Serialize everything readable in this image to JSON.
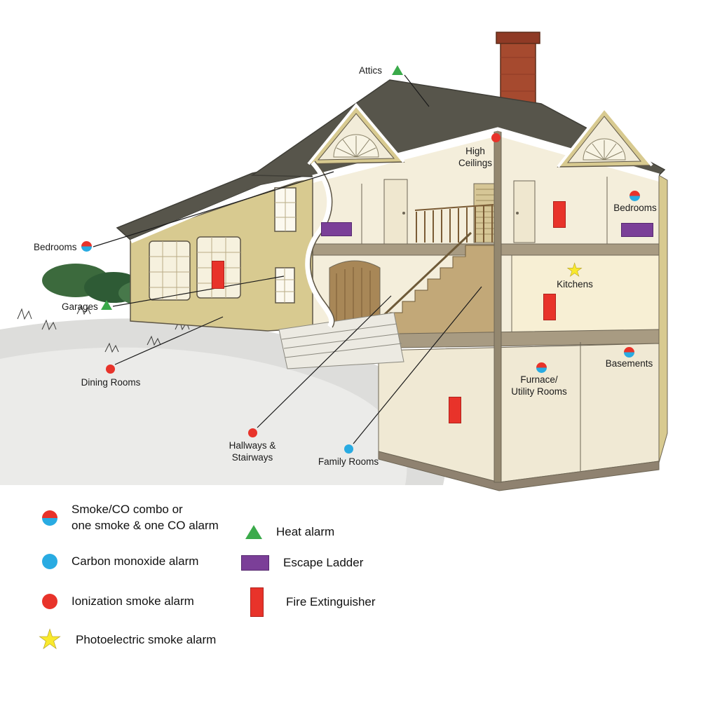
{
  "rooms": [
    {
      "name": "attics",
      "text": "Attics",
      "marker": "heat-alarm"
    },
    {
      "name": "high-ceilings",
      "text": "High\nCeilings",
      "marker": "ionization-smoke-alarm"
    },
    {
      "name": "bedrooms-right",
      "text": "Bedrooms",
      "marker": "smoke-co-combo"
    },
    {
      "name": "bedrooms-left",
      "text": "Bedrooms",
      "marker": "smoke-co-combo"
    },
    {
      "name": "garages",
      "text": "Garages",
      "marker": "heat-alarm"
    },
    {
      "name": "dining-rooms",
      "text": "Dining Rooms",
      "marker": "ionization-smoke-alarm"
    },
    {
      "name": "hallways-stairways",
      "text": "Hallways &\nStairways",
      "marker": "ionization-smoke-alarm"
    },
    {
      "name": "family-rooms",
      "text": "Family Rooms",
      "marker": "carbon-monoxide-alarm"
    },
    {
      "name": "kitchens",
      "text": "Kitchens",
      "marker": "photoelectric-smoke-alarm"
    },
    {
      "name": "basements",
      "text": "Basements",
      "marker": "smoke-co-combo"
    },
    {
      "name": "furnace-utility",
      "text": "Furnace/\nUtility Rooms",
      "marker": "smoke-co-combo"
    }
  ],
  "devices": {
    "escape_ladders": 2,
    "fire_extinguishers": 4
  },
  "legend": {
    "left": [
      {
        "icon": "smoke-co-combo",
        "label": "Smoke/CO combo or\none smoke & one CO alarm"
      },
      {
        "icon": "carbon-monoxide",
        "label": "Carbon monoxide alarm"
      },
      {
        "icon": "ionization-smoke",
        "label": "Ionization smoke alarm"
      },
      {
        "icon": "photoelectric-smoke",
        "label": "Photoelectric smoke alarm"
      }
    ],
    "right": [
      {
        "icon": "heat-alarm",
        "label": "Heat alarm"
      },
      {
        "icon": "escape-ladder",
        "label": "Escape Ladder"
      },
      {
        "icon": "fire-extinguisher",
        "label": "Fire Extinguisher"
      }
    ]
  },
  "colors": {
    "smoke_red": "#e8332a",
    "co_blue": "#29abe2",
    "heat_green": "#3aaa4a",
    "ladder_purple": "#7b3f98",
    "star_yellow": "#f9e92c",
    "wall_khaki": "#d8ca90",
    "roof_gray": "#57554b",
    "brick_red": "#a64a2f"
  }
}
